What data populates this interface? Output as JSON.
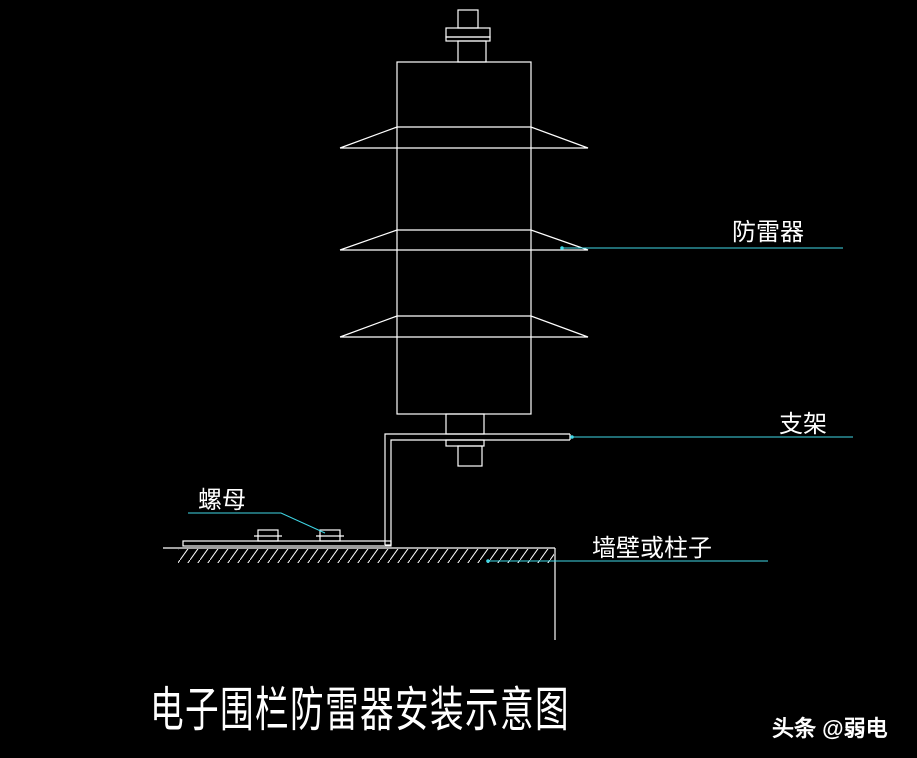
{
  "labels": {
    "arrester": "防雷器",
    "bracket": "支架",
    "nut": "螺母",
    "wall": "墙壁或柱子"
  },
  "title": "电子围栏防雷器安装示意图",
  "watermark": "头条 @弱电",
  "colors": {
    "background": "#000000",
    "line": "#ffffff",
    "leader": "#3fd7e6"
  }
}
